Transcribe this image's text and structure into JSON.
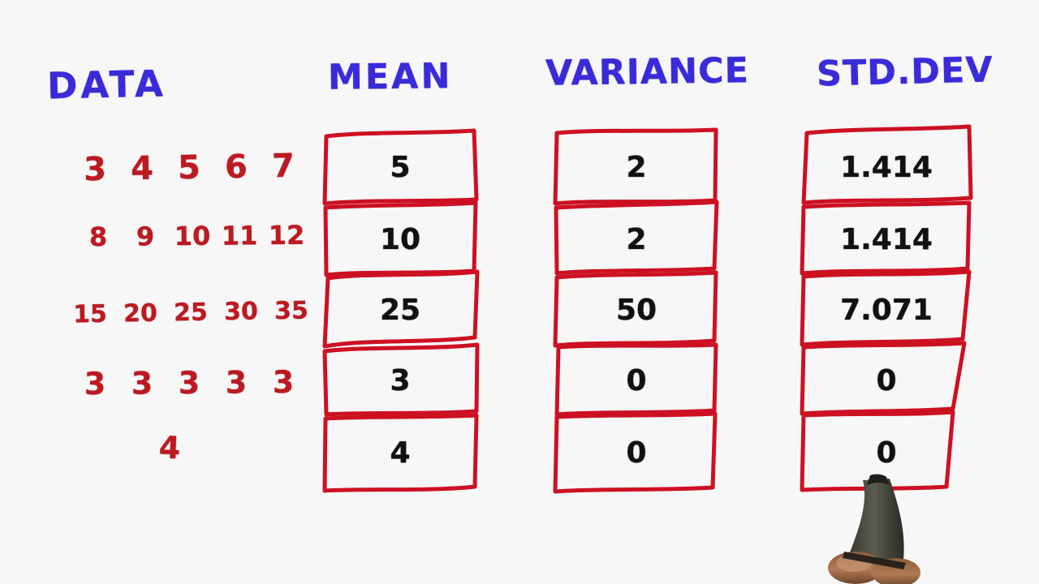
{
  "canvas": {
    "background_color": "#f7f7f7",
    "ink_red": "#bb1a22",
    "ink_blue": "#3a2bd8",
    "ink_black": "#111111",
    "box_stroke": "#cc1122"
  },
  "headers": {
    "data": "DATA",
    "mean": "MEAN",
    "variance": "VARIANCE",
    "std_dev": "STD.DEV"
  },
  "chart_data": {
    "type": "table",
    "title": "DATA / MEAN / VARIANCE / STD.DEV",
    "columns": [
      "DATA",
      "MEAN",
      "VARIANCE",
      "STD.DEV"
    ],
    "rows": [
      {
        "data": "3 4 5 6 7",
        "mean": "5",
        "variance": "2",
        "std_dev": "1.414"
      },
      {
        "data": "8 9 10 11 12",
        "mean": "10",
        "variance": "2",
        "std_dev": "1.414"
      },
      {
        "data": "15 20 25 30 35",
        "mean": "25",
        "variance": "50",
        "std_dev": "7.071"
      },
      {
        "data": "3 3 3 3 3",
        "mean": "3",
        "variance": "0",
        "std_dev": "0"
      },
      {
        "data": "4",
        "mean": "4",
        "variance": "0",
        "std_dev": "0"
      }
    ]
  },
  "data_column": {
    "rows": [
      [
        "3",
        "4",
        "5",
        "6",
        "7"
      ],
      [
        "8",
        "9",
        "10",
        "11",
        "12"
      ],
      [
        "15",
        "20",
        "25",
        "30",
        "35"
      ],
      [
        "3",
        "3",
        "3",
        "3",
        "3"
      ],
      [
        "4"
      ]
    ]
  },
  "mean_column": {
    "cells": [
      "5",
      "10",
      "25",
      "3",
      "4"
    ]
  },
  "variance_column": {
    "cells": [
      "2",
      "2",
      "50",
      "0",
      "0"
    ]
  },
  "std_column": {
    "cells": [
      "1.414",
      "1.414",
      "7.071",
      "0",
      "0"
    ]
  },
  "pointer": {
    "icon": "stylus-pen-icon",
    "held_by": "hand"
  }
}
